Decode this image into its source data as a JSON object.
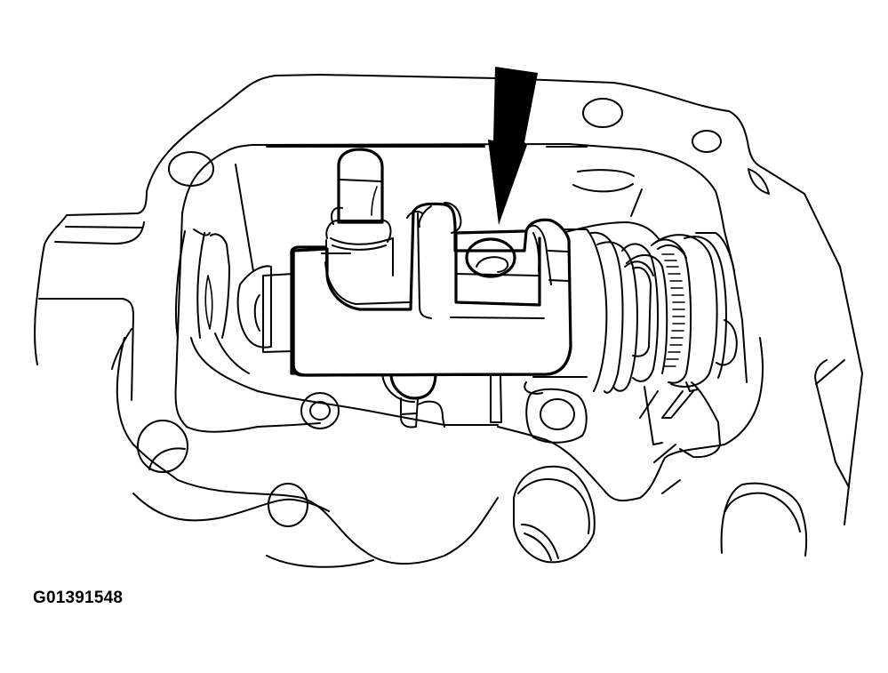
{
  "figure": {
    "id_label": "G01391548",
    "subject": "housing-with-cylinder-and-spring-assembly",
    "callout": {
      "type": "arrow",
      "color": "#000000",
      "points_to": "bolt-hole-on-cylinder-body"
    },
    "colors": {
      "line": "#000000",
      "background": "#ffffff"
    }
  }
}
